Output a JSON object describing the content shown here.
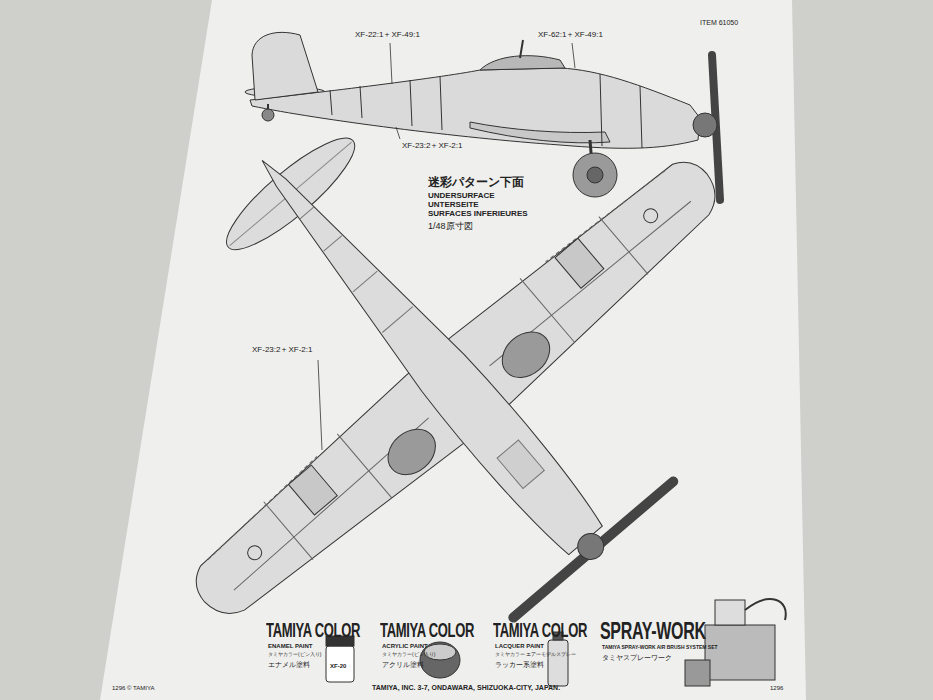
{
  "diagram": {
    "title": "迷彩パターン下面",
    "labels": [
      "ITEM 61050",
      "XF-22:1＋XF-49:1",
      "XF-62:1＋XF-49:1",
      "XF-23:2＋XF-2:1",
      "UNDERSURFACE",
      "UNTERSEITE",
      "SURFACES INFERIEURES",
      "1/48原寸図",
      "XF-23:2＋XF-2:1",
      "TAMIYA COLOR",
      "ENAMEL PAINT",
      "タミヤカラー(ビン入り)",
      "エナメル塗料",
      "XF-20",
      "TAMIYA COLOR",
      "ACRYLIC PAINT",
      "タミヤカラー(ビン入り)",
      "アクリル塗料",
      "TAMIYA COLOR",
      "LACQUER PAINT",
      "タミヤカラー エアーモデルスプレー",
      "ラッカー系塗料",
      "SPRAY-WORK",
      "TAMIYA SPRAY-WORK AIR BRUSH SYSTEM SET",
      "タミヤスプレーワーク",
      "1296 © TAMIYA",
      "TAMIYA, INC. 3-7, ONDAWARA, SHIZUOKA-CITY, JAPAN.",
      "1296"
    ]
  }
}
